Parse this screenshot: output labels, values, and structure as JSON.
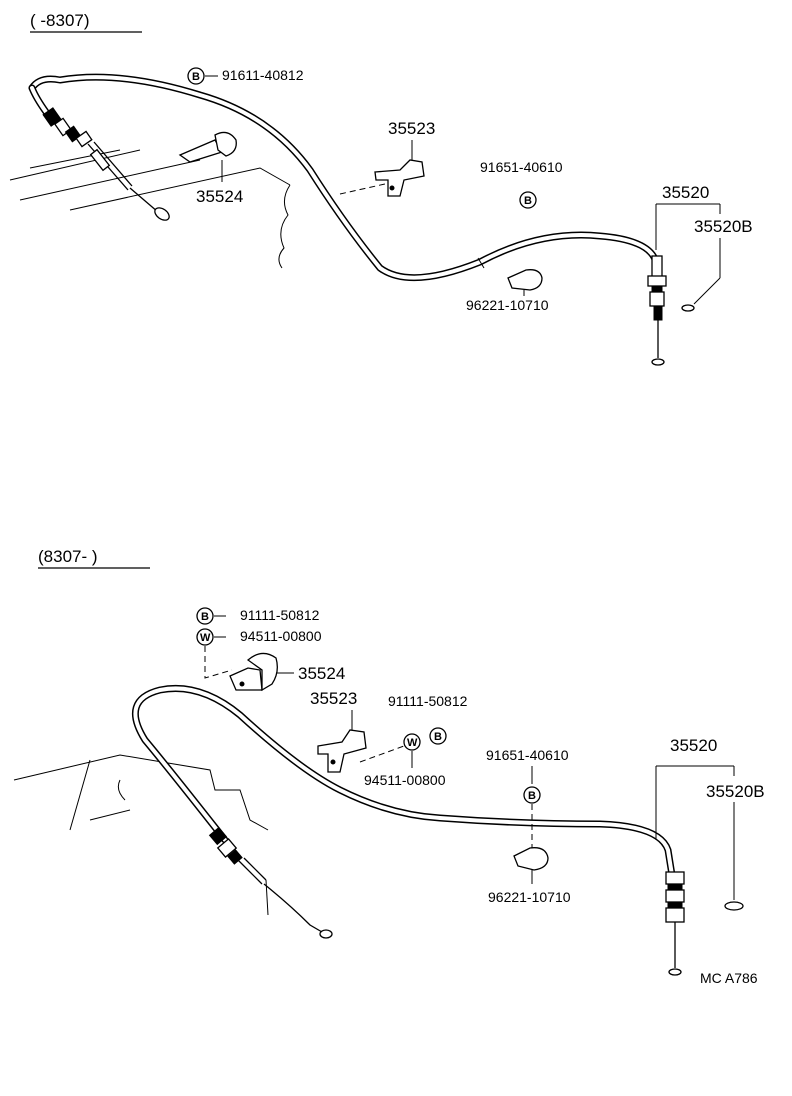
{
  "top_section": {
    "header_label": "(        -8307)",
    "bolt_letter": "B",
    "bolt_part": "91611-40812",
    "bracket_part": "35523",
    "clip_part": "35524",
    "screw_part": "91651-40610",
    "screw_letter": "B",
    "cable_part": "35520",
    "cable_sub_part": "35520B",
    "clamp_part": "96221-10710"
  },
  "bottom_section": {
    "header_label": "(8307-        )",
    "bolt_letter": "B",
    "bolt_part": "91111-50812",
    "washer_letter": "W",
    "washer_part": "94511-00800",
    "clip_part": "35524",
    "bracket_part": "35523",
    "bolt2_part": "91111-50812",
    "bolt2_letter": "B",
    "washer2_letter": "W",
    "washer2_part": "94511-00800",
    "screw_part": "91651-40610",
    "screw_letter": "B",
    "cable_part": "35520",
    "cable_sub_part": "35520B",
    "clamp_part": "96221-10710",
    "figure_code": "MC  A786"
  }
}
